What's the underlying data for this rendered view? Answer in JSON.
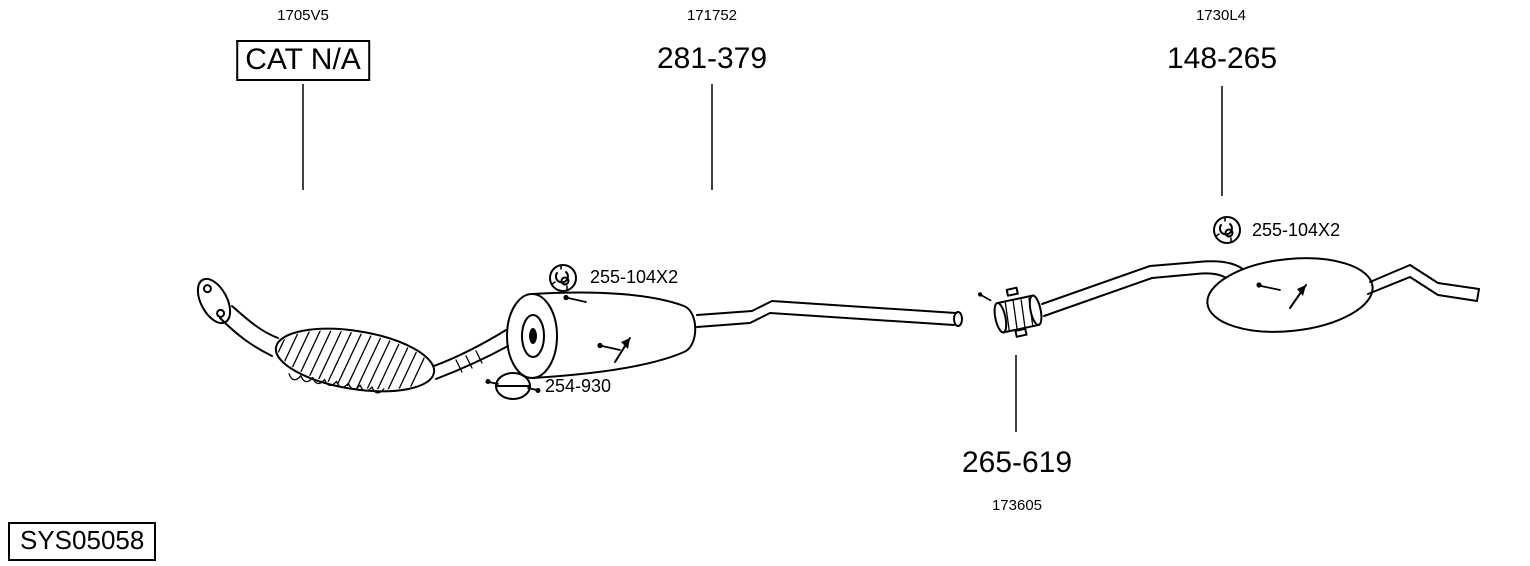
{
  "callouts": {
    "cat": {
      "code": "1705V5",
      "label": "CAT N/A"
    },
    "middle": {
      "code": "171752",
      "label": "281-379"
    },
    "rear": {
      "code": "1730L4",
      "label": "148-265"
    },
    "coupling": {
      "label": "265-619",
      "code": "173605"
    }
  },
  "annotations": {
    "hanger_mid": "255-104X2",
    "clamp": "254-930",
    "hanger_rear": "255-104X2"
  },
  "footer": {
    "system_id": "SYS05058"
  },
  "icons": {
    "hanger": "rubber-hanger-icon",
    "clamp": "pipe-clamp-icon"
  },
  "colors": {
    "line": "#000000",
    "background": "#ffffff"
  }
}
